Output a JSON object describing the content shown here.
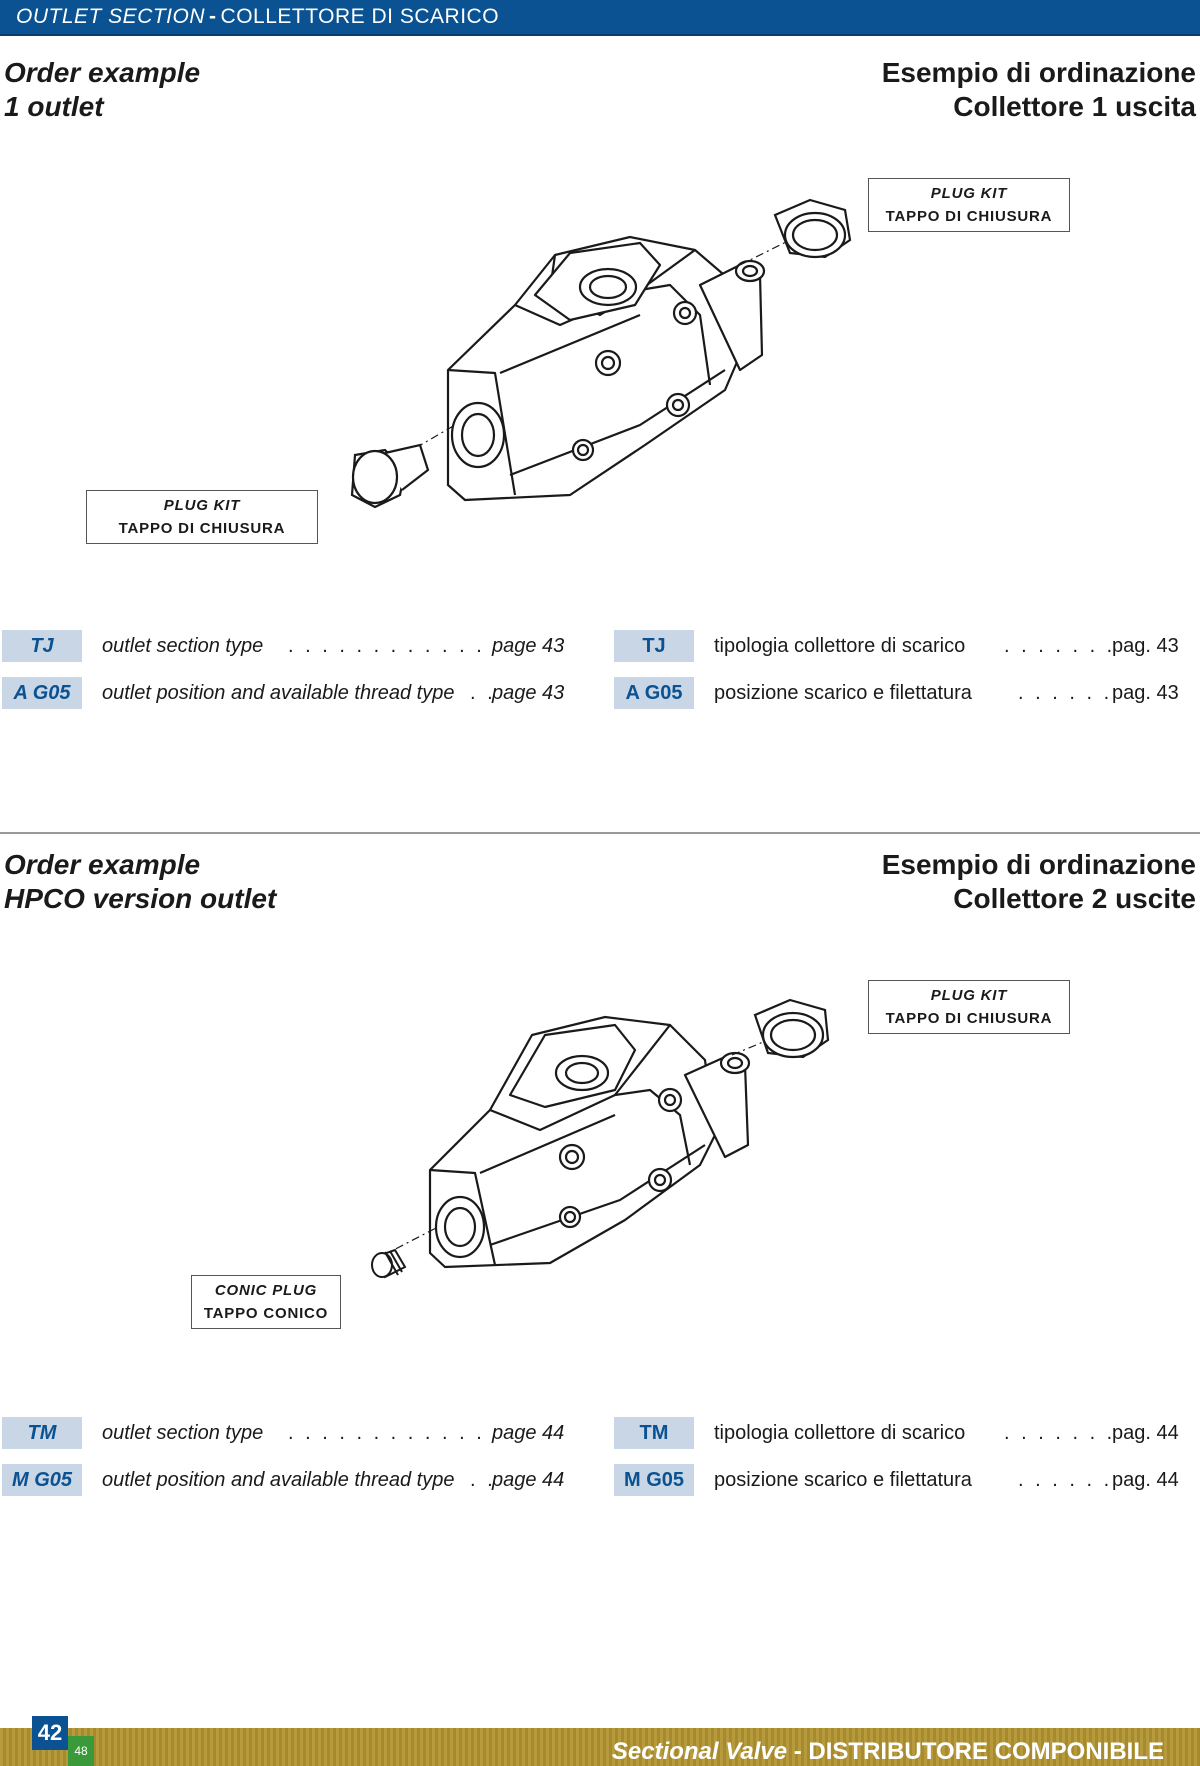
{
  "header": {
    "title_en": "OUTLET SECTION",
    "separator": "-",
    "title_it": "COLLETTORE DI SCARICO"
  },
  "section1": {
    "title_en_1": "Order example",
    "title_en_2": "1 outlet",
    "title_it_1": "Esempio di ordinazione",
    "title_it_2": "Collettore 1 uscita",
    "callout_top": {
      "en": "PLUG KIT",
      "it": "TAPPO DI CHIUSURA"
    },
    "callout_bottom": {
      "en": "PLUG KIT",
      "it": "TAPPO DI CHIUSURA"
    },
    "rows": [
      {
        "code": "TJ",
        "en_desc": "outlet section type",
        "en_dots": ". . . . . . . . . . . . . . . . .",
        "en_ref": "page 43",
        "it_desc": "tipologia collettore di scarico",
        "it_dots": ". . . . . . . . .",
        "it_ref": "pag. 43"
      },
      {
        "code": "A G05",
        "en_desc": "outlet position and available thread type",
        "en_dots": ". .",
        "en_ref": "page 43",
        "it_desc": "posizione scarico e filettatura",
        "it_dots": ". . . . . . . .",
        "it_ref": "pag. 43"
      }
    ]
  },
  "section2": {
    "title_en_1": "Order example",
    "title_en_2": "HPCO version outlet",
    "title_it_1": "Esempio di ordinazione",
    "title_it_2": "Collettore 2 uscite",
    "callout_top": {
      "en": "PLUG KIT",
      "it": "TAPPO DI CHIUSURA"
    },
    "callout_bottom": {
      "en": "CONIC PLUG",
      "it": "TAPPO CONICO"
    },
    "rows": [
      {
        "code": "TM",
        "en_desc": "outlet section type",
        "en_dots": ". . . . . . . . . . . . . . . . .",
        "en_ref": "page 44",
        "it_desc": "tipologia collettore di scarico",
        "it_dots": ". . . . . . . . .",
        "it_ref": "pag. 44"
      },
      {
        "code": "M G05",
        "en_desc": "outlet position and available thread type",
        "en_dots": ". .",
        "en_ref": "page 44",
        "it_desc": "posizione scarico e filettatura",
        "it_dots": ". . . . . . . .",
        "it_ref": "pag. 44"
      }
    ]
  },
  "footer": {
    "title_en": "Sectional Valve",
    "separator": "-",
    "title_it": "DISTRIBUTORE COMPONIBILE",
    "page_number": "42",
    "sub_page": "48"
  },
  "colors": {
    "brand_blue": "#0a5291",
    "code_bg": "#c9d6e6",
    "footer_gold": "#b79a3c",
    "page_green": "#3a9a3a"
  }
}
